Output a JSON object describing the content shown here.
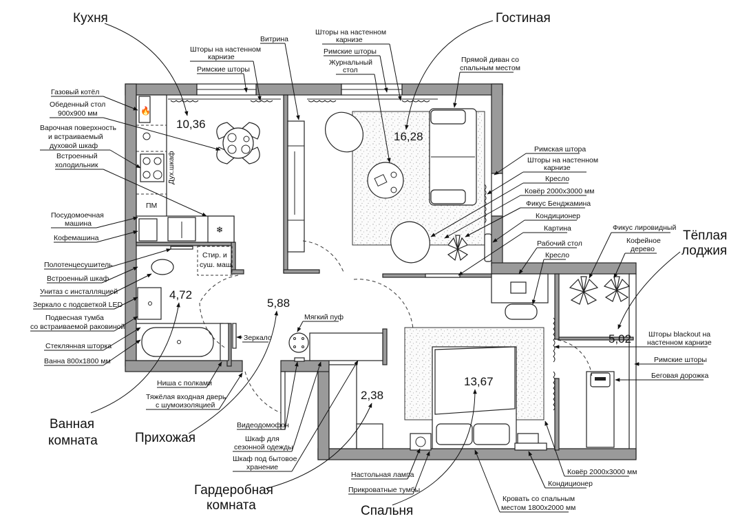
{
  "rooms": {
    "kitchen": {
      "name": "Кухня",
      "area": "10,36"
    },
    "living": {
      "name": "Гостиная",
      "area": "16,28"
    },
    "bathroom": {
      "name_line1": "Ванная",
      "name_line2": "комната",
      "area": "4,72"
    },
    "hallway": {
      "name": "Прихожая",
      "area": "5,88"
    },
    "wardrobe": {
      "name_line1": "Гардеробная",
      "name_line2": "комната",
      "area": "2,38"
    },
    "bedroom": {
      "name": "Спальня",
      "area": "13,67"
    },
    "loggia": {
      "name_line1": "Тёплая",
      "name_line2": "лоджия",
      "area": "5,02"
    }
  },
  "inline_labels": {
    "oven": "Дух.шкаф",
    "pm": "ПМ",
    "washer_line1": "Стир. и",
    "washer_line2": "суш. маш."
  },
  "callouts_left": [
    {
      "lines": [
        "Газовый котёл"
      ]
    },
    {
      "lines": [
        "Обеденный стол",
        "900х900 мм"
      ]
    },
    {
      "lines": [
        "Варочная поверхность",
        "и встраиваемый",
        "духовой шкаф"
      ]
    },
    {
      "lines": [
        "Встроенный",
        "холодильник"
      ]
    },
    {
      "lines": [
        "Посудомоечная",
        "машина"
      ]
    },
    {
      "lines": [
        "Кофемашина"
      ]
    },
    {
      "lines": [
        "Полотенцесушитель"
      ]
    },
    {
      "lines": [
        "Встроенный шкаф"
      ]
    },
    {
      "lines": [
        "Унитаз с инсталляцией"
      ]
    },
    {
      "lines": [
        "Зеркало с  подсветкой LED"
      ]
    },
    {
      "lines": [
        "Подвесная тумба",
        "со встраиваемой раковиной"
      ]
    },
    {
      "lines": [
        "Стеклянная шторка"
      ]
    },
    {
      "lines": [
        "Ванна 800х1800 мм"
      ]
    }
  ],
  "callouts_top": [
    {
      "lines": [
        "Шторы на настенном",
        "карнизе"
      ]
    },
    {
      "lines": [
        "Римские шторы"
      ]
    },
    {
      "lines": [
        "Витрина"
      ]
    },
    {
      "lines": [
        "Шторы на настенном",
        "карнизе"
      ]
    },
    {
      "lines": [
        "Римские шторы"
      ]
    },
    {
      "lines": [
        "Журнальный",
        "стол"
      ]
    },
    {
      "lines": [
        "Прямой диван со",
        "спальным местом"
      ]
    }
  ],
  "callouts_right": [
    {
      "lines": [
        "Римская штора"
      ]
    },
    {
      "lines": [
        "Шторы на настенном",
        "карнизе"
      ]
    },
    {
      "lines": [
        "Кресло"
      ]
    },
    {
      "lines": [
        "Ковёр 2000х3000 мм"
      ]
    },
    {
      "lines": [
        "Фикус Бенджамина"
      ]
    },
    {
      "lines": [
        "Кондиционер"
      ]
    },
    {
      "lines": [
        "Картина"
      ]
    },
    {
      "lines": [
        "Рабочий стол"
      ]
    },
    {
      "lines": [
        "Кресло"
      ]
    },
    {
      "lines": [
        "Фикус лировидный"
      ]
    },
    {
      "lines": [
        "Кофейное",
        "дерево"
      ]
    },
    {
      "lines": [
        "Шторы  blackout на",
        "настенном карнизе"
      ]
    },
    {
      "lines": [
        "Римские шторы"
      ]
    },
    {
      "lines": [
        "Беговая дорожка"
      ]
    }
  ],
  "callouts_bottom": [
    {
      "lines": [
        "Зеркало"
      ]
    },
    {
      "lines": [
        "Мягкий пуф"
      ]
    },
    {
      "lines": [
        "Ниша с полками"
      ]
    },
    {
      "lines": [
        "Тяжёлая входная дверь",
        "с шумоизоляцией"
      ]
    },
    {
      "lines": [
        "Видеодомофон"
      ]
    },
    {
      "lines": [
        "Шкаф для",
        "сезонной одежды"
      ]
    },
    {
      "lines": [
        "Шкаф под бытовое",
        "хранение"
      ]
    },
    {
      "lines": [
        "Настольная лампа"
      ]
    },
    {
      "lines": [
        "Прикроватные тумбы"
      ]
    },
    {
      "lines": [
        "Кровать со спальным",
        "местом 1800х2000 мм"
      ]
    },
    {
      "lines": [
        "Кондиционер"
      ]
    },
    {
      "lines": [
        "Ковёр 2000х3000 мм"
      ]
    }
  ],
  "colors": {
    "wall": "#9a9a9a",
    "line": "#222222",
    "background": "#ffffff"
  }
}
